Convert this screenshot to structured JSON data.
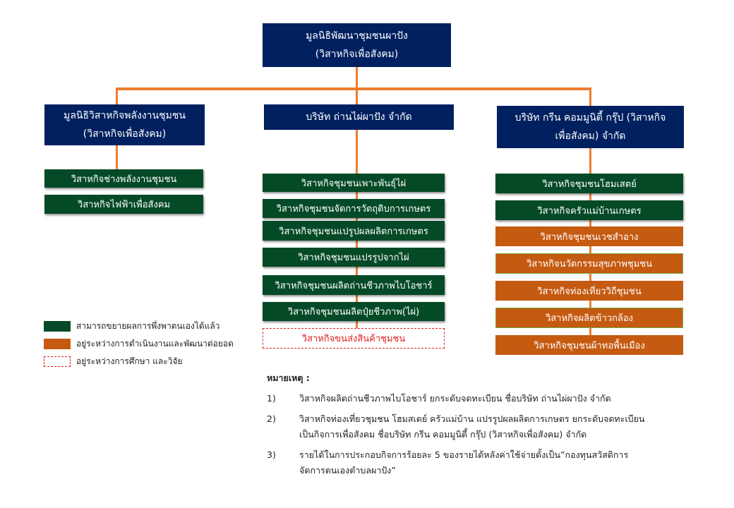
{
  "root": {
    "line1": "มูลนิธิพัฒนาชุมชนผาปัง",
    "line2": "(วิสาหกิจเพื่อสังคม)"
  },
  "branches": [
    {
      "line1": "มูลนิธิวิสาหกิจพลังงานชุมชน",
      "line2": "(วิสาหกิจเพื่อสังคม)",
      "children": [
        {
          "label": "วิสาหกิจช่างพลังงานชุมชน",
          "status": "expanded"
        },
        {
          "label": "วิสาหกิจไฟฟ้าเพื่อสังคม",
          "status": "expanded"
        }
      ]
    },
    {
      "line1": "บริษัท ถ่านไผ่ผาปัง จำกัด",
      "line2": "",
      "children": [
        {
          "label": "วิสาหกิจชุมชนเพาะพันธุ์ไผ่",
          "status": "expanded"
        },
        {
          "label": "วิสาหกิจชุมชนจัดการวัตถุดิบการเกษตร",
          "status": "expanded"
        },
        {
          "label": "วิสาหกิจชุมชนแปรูปผลผลิตการเกษตร",
          "status": "expanded"
        },
        {
          "label": "วิสาหกิจชุมชนแปรรูปจากไผ่",
          "status": "expanded"
        },
        {
          "label": "วิสาหกิจชุมชนผลิตถ่านชีวภาพไบโอชาร์",
          "status": "expanded"
        },
        {
          "label": "วิสาหกิจชุมชนผลิตปุ๋ยชีวภาพ(ไผ่)",
          "status": "expanded"
        },
        {
          "label": "วิสาหกิจขนส่งสินค้าชุมชน",
          "status": "research"
        }
      ]
    },
    {
      "line1": "บริษัท กรีน คอมมูนิตี้ กรุ๊ป (วิสาหกิจ",
      "line2": "เพื่อสังคม) จำกัด",
      "children": [
        {
          "label": "วิสาหกิจชุมชนโฮมเสตย์",
          "status": "expanded"
        },
        {
          "label": "วิสาหกิจครัวแม่บ้านเกษตร",
          "status": "expanded"
        },
        {
          "label": "วิสาหกิจชุมชนเวชสำอาง",
          "status": "developing"
        },
        {
          "label": "วิสาหกิจนวัตกรรมสุขภาพชุมชน",
          "status": "developing"
        },
        {
          "label": "วิสาหกิจท่องเที่ยววิถีชุมชน",
          "status": "developing"
        },
        {
          "label": "วิสาหกิจผลิตข้าวกล้อง",
          "status": "developing"
        },
        {
          "label": "วิสาหกิจชุมชนผ้าทอพื้นเมือง",
          "status": "developing"
        }
      ]
    }
  ],
  "legend": [
    {
      "label": "สามารถขยายผลการพึ่งพาตนเองได้แล้ว",
      "color": "#054a26"
    },
    {
      "label": "อยู่ระหว่างการดำเนินงานและพัฒนาต่อยอด",
      "color": "#c55a11"
    },
    {
      "label": "อยู่ระหว่างการศึกษา และวิจัย",
      "color": "#e02020"
    }
  ],
  "notes": {
    "heading": "หมายเหตุ :",
    "items": [
      {
        "num": "1)",
        "lines": [
          "วิสาหกิจผลิตถ่านชีวภาพไบโอชาร์ ยกระดับจดทะเบียน ชื่อบริษัท ถ่านไผ่ผาปัง จำกัด"
        ]
      },
      {
        "num": "2)",
        "lines": [
          "วิสาหกิจท่องเที่ยวชุมชน โฮมสเตย์ ครัวแม่บ้าน แปรรูปผลผลิตการเกษตร ยกระดับจดทะเบียน",
          "เป็นกิจการเพื่อสังคม ชื่อบริษัท กรีน คอมมูนิตี้ กรุ๊ป (วิสาหกิจเพื่อสังคม) จำกัด"
        ]
      },
      {
        "num": "3)",
        "lines": [
          "รายได้ในการประกอบกิจการร้อยละ 5 ของรายได้หลังค่าใช้จ่ายตั้งเป็น”กองทุนสวัสดิการ",
          "จัดการตนเองตำบลผาปัง”"
        ]
      }
    ]
  }
}
